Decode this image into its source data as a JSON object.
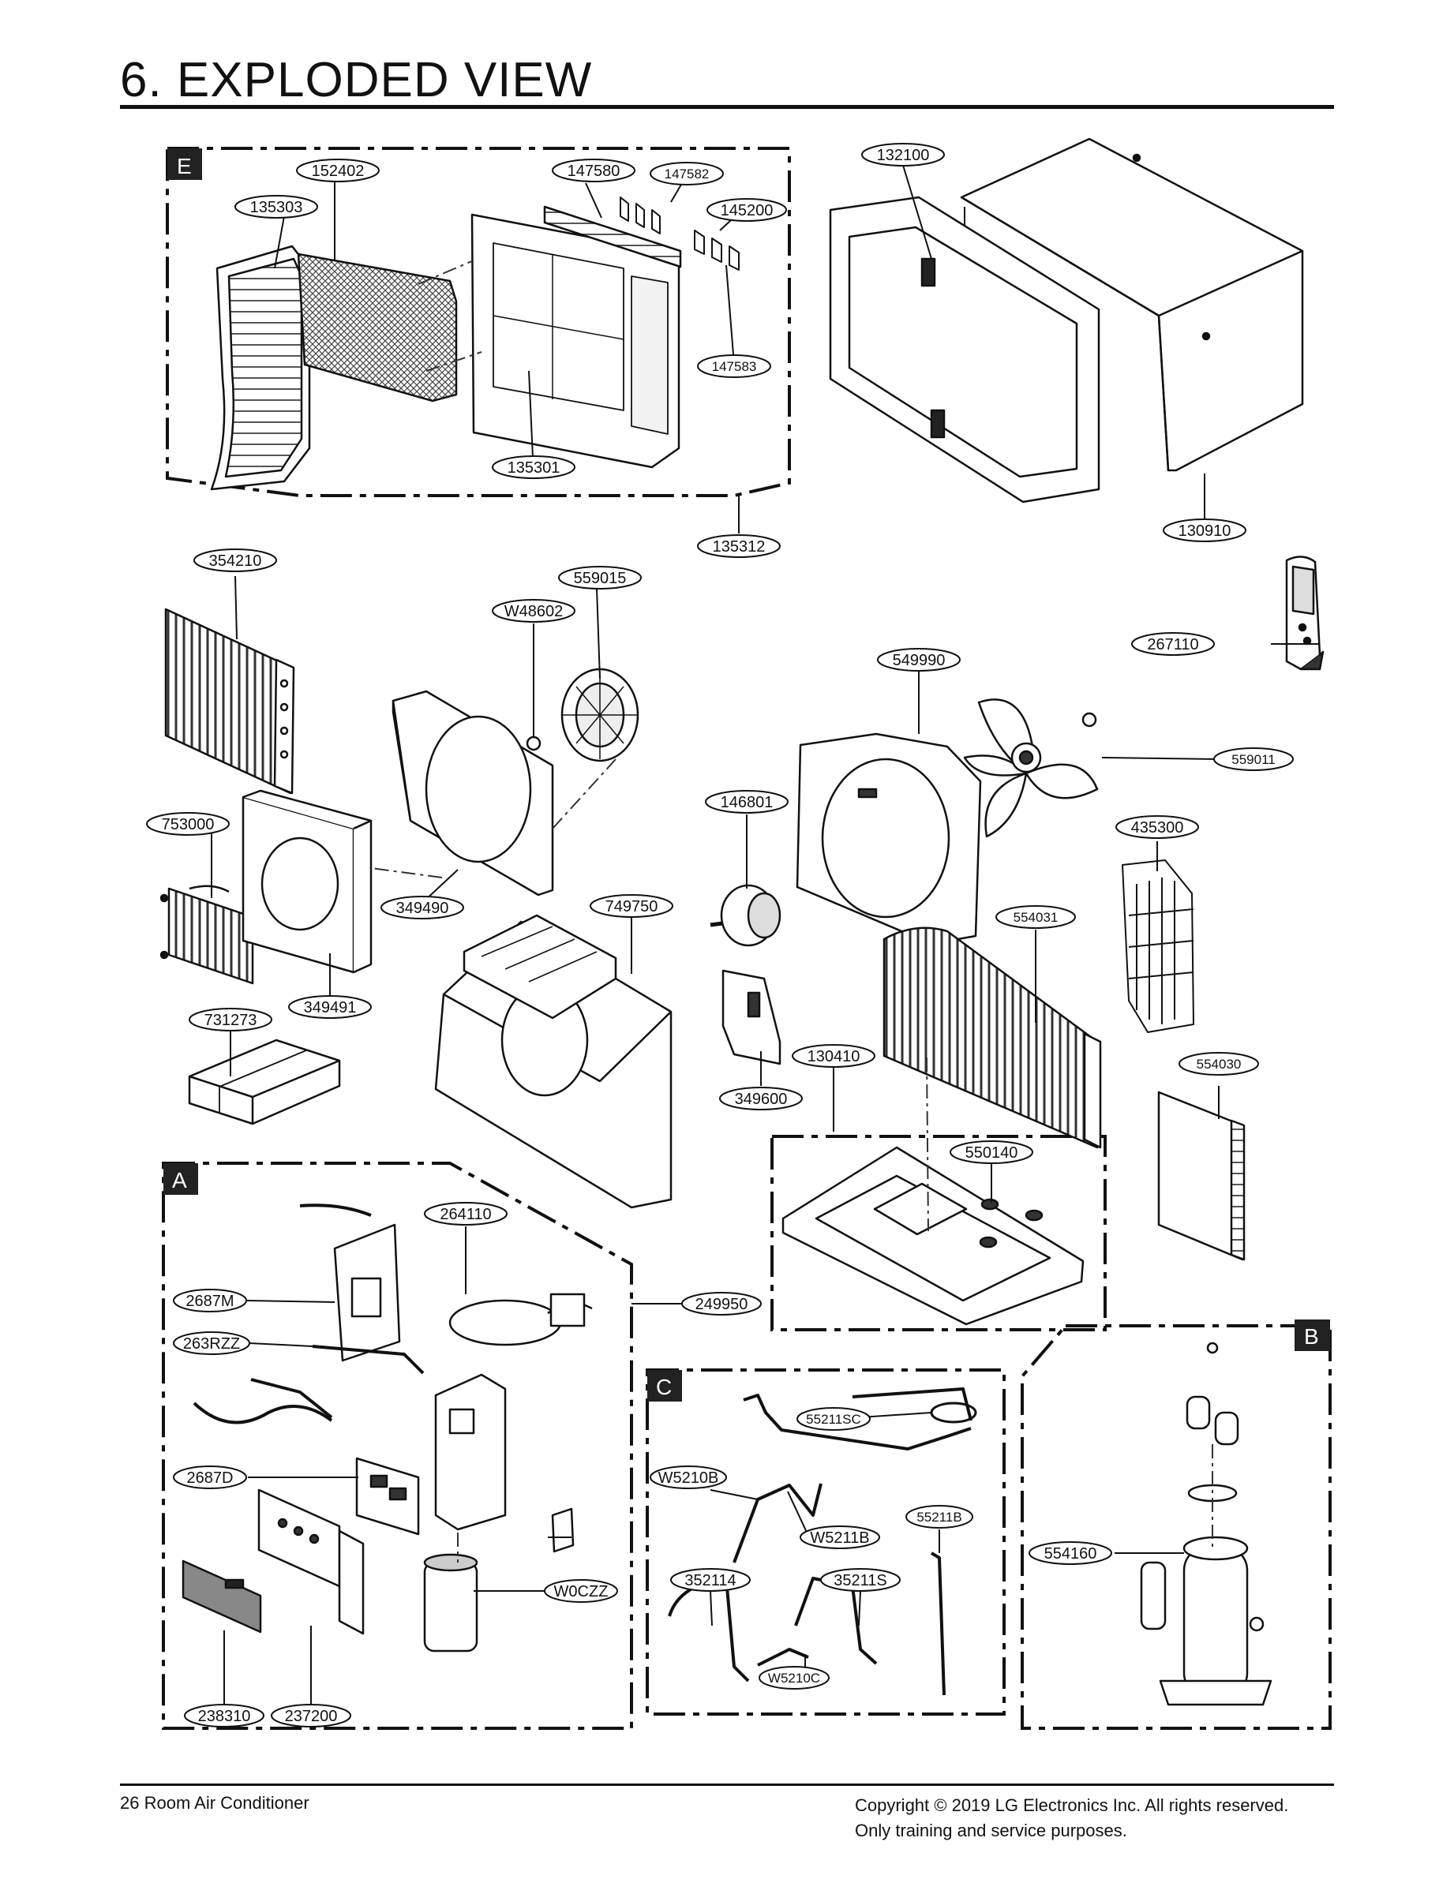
{
  "page": {
    "title": "6. EXPLODED VIEW",
    "footer_left": "26  Room Air Conditioner",
    "footer_right_1": "Copyright © 2019 LG Electronics Inc. All rights reserved.",
    "footer_right_2": "Only training and service purposes."
  },
  "groups": {
    "E": "E",
    "A": "A",
    "B": "B",
    "C": "C"
  },
  "parts": {
    "p152402": "152402",
    "p147580": "147580",
    "p147582": "147582",
    "p135303": "135303",
    "p145200": "145200",
    "p147583": "147583",
    "p135301": "135301",
    "p135312": "135312",
    "p132100": "132100",
    "p130910": "130910",
    "p354210": "354210",
    "p559015": "559015",
    "pW48602": "W48602",
    "p267110": "267110",
    "p549990": "549990",
    "p559011": "559011",
    "p146801": "146801",
    "p435300": "435300",
    "p753000": "753000",
    "p349490": "349490",
    "p749750": "749750",
    "p554031": "554031",
    "p349491": "349491",
    "p731273": "731273",
    "p130410": "130410",
    "p554030": "554030",
    "p349600": "349600",
    "p550140": "550140",
    "p264110": "264110",
    "p2687M": "2687M",
    "p249950": "249950",
    "p263RZZ": "263RZZ",
    "p55211SC": "55211SC",
    "pW5210B": "W5210B",
    "p2687D": "2687D",
    "p55211B": "55211B",
    "pW5211B": "W5211B",
    "p554160": "554160",
    "p352114": "352114",
    "p35211S": "35211S",
    "pW0CZZ": "W0CZZ",
    "pW5210C": "W5210C",
    "p238310": "238310",
    "p237200": "237200"
  }
}
